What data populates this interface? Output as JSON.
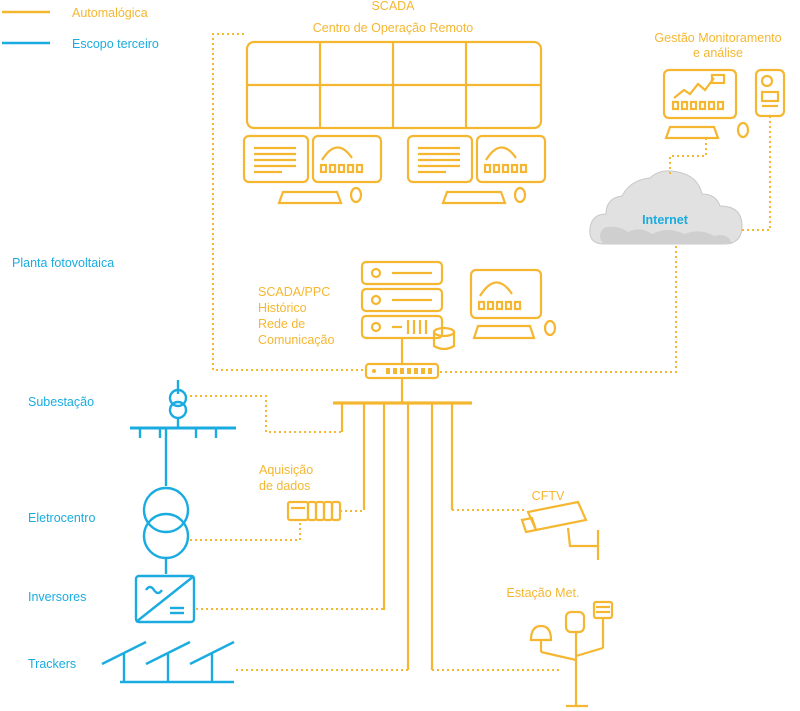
{
  "legend": {
    "automalogica": "Automalógica",
    "escopo_terceiro": "Escopo terceiro",
    "automalogica_color": "#F5B731",
    "terceiro_color": "#1AACE0"
  },
  "scada": {
    "title": "SCADA",
    "subtitle": "Centro de Operação Remoto"
  },
  "monitoring": {
    "line1": "Gestão Monitoramento",
    "line2": "e análise"
  },
  "internet": {
    "label": "Internet"
  },
  "plant": {
    "label": "Planta fotovoltaica"
  },
  "server": {
    "line1": "SCADA/PPC",
    "line2": "Histórico",
    "line3": "Rede de",
    "line4": "Comunicação"
  },
  "acquisition": {
    "line1": "Aquisição",
    "line2": "de dados"
  },
  "cftv": {
    "label": "CFTV"
  },
  "weather": {
    "label": "Estação Met."
  },
  "field": {
    "subestacao": "Subestação",
    "eletrocentro": "Eletrocentro",
    "inversores": "Inversores",
    "trackers": "Trackers"
  }
}
